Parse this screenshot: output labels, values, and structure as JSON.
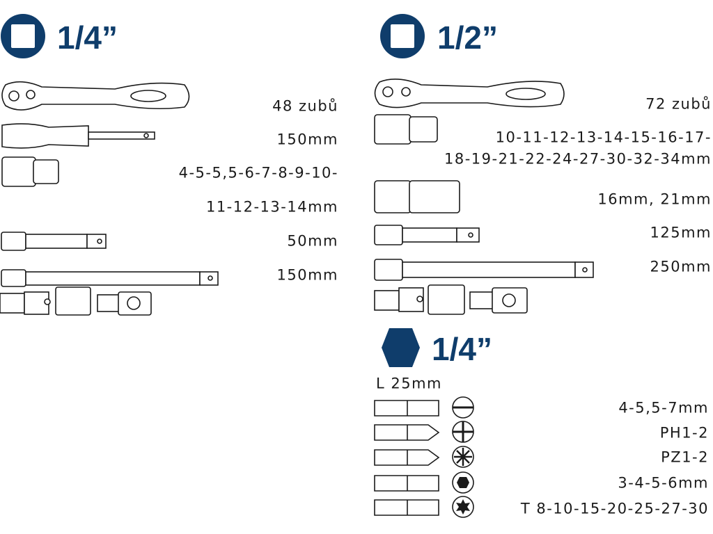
{
  "colors": {
    "brand": "#0f3d6b"
  },
  "left_section": {
    "drive_icon": "square-drive-circle-icon",
    "title": "1/4”",
    "items": [
      {
        "tool": "ratchet",
        "label": "48 zubů"
      },
      {
        "tool": "spinner-handle",
        "label": "150mm"
      },
      {
        "tool": "socket",
        "label": "4-5-5,5-6-7-8-9-10-",
        "label2": "11-12-13-14mm"
      },
      {
        "tool": "extension-short",
        "label": "50mm"
      },
      {
        "tool": "extension-long",
        "label": "150mm"
      }
    ]
  },
  "right_section": {
    "drive_icon": "square-drive-circle-icon",
    "title": "1/2”",
    "items": [
      {
        "tool": "ratchet",
        "label": "72 zubů"
      },
      {
        "tool": "socket",
        "label": "10-11-12-13-14-15-16-17-",
        "label2": "18-19-21-22-24-27-30-32-34mm"
      },
      {
        "tool": "spark-plug-socket",
        "label": "16mm, 21mm"
      },
      {
        "tool": "extension-short",
        "label": "125mm"
      },
      {
        "tool": "extension-long",
        "label": "250mm"
      }
    ]
  },
  "bits_section": {
    "drive_icon": "hexagon-icon",
    "title": "1/4”",
    "length": "L 25mm",
    "items": [
      {
        "tip": "slotted",
        "label": "4-5,5-7mm"
      },
      {
        "tip": "phillips",
        "label": "PH1-2"
      },
      {
        "tip": "pozidriv",
        "label": "PZ1-2"
      },
      {
        "tip": "hex",
        "label": "3-4-5-6mm"
      },
      {
        "tip": "torx",
        "label": "T 8-10-15-20-25-27-30"
      }
    ]
  }
}
